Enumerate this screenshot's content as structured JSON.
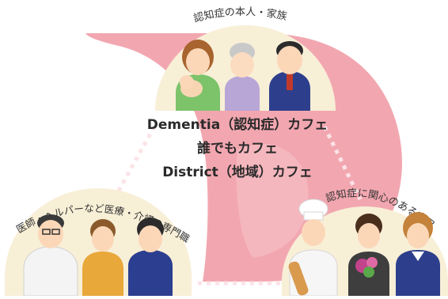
{
  "center_lines": [
    "Dementia（認知症）カフェ",
    "誰でもカフェ",
    "District（地域）カフェ"
  ],
  "groups": {
    "top": {
      "label": "認知症の本人・家族",
      "people": [
        "mother-with-baby",
        "grandmother",
        "father"
      ]
    },
    "left": {
      "label": "医師・ヘルパーなど医療・介護の専門職",
      "people": [
        "doctor",
        "helper",
        "care-worker"
      ]
    },
    "right": {
      "label": "認知症に関心のある市民",
      "people": [
        "baker",
        "woman-with-flowers",
        "student"
      ]
    }
  },
  "colors": {
    "big_letter": "#f2a7b0",
    "dome": "#f8efd7",
    "dots": "#f7c9cf",
    "text": "#2a2a2a"
  }
}
